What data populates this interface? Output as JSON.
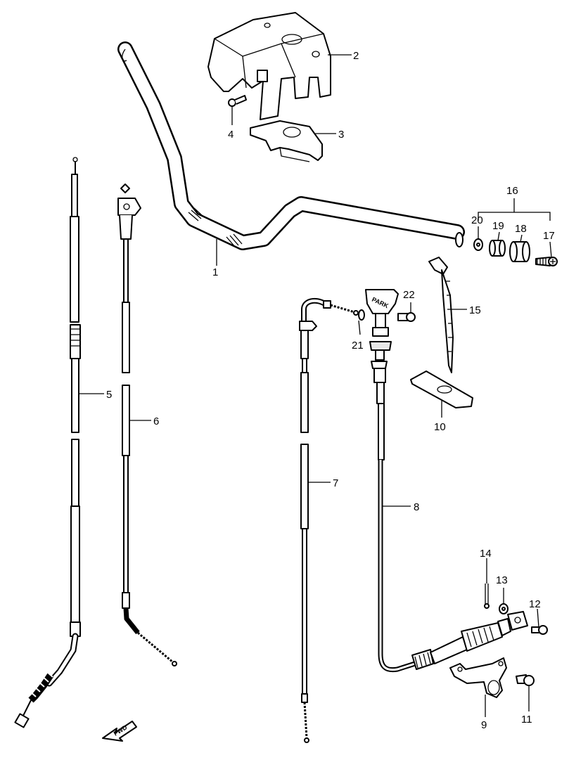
{
  "callouts": {
    "c1": "1",
    "c2": "2",
    "c3": "3",
    "c4": "4",
    "c5": "5",
    "c6": "6",
    "c7": "7",
    "c8": "8",
    "c9": "9",
    "c10": "10",
    "c11": "11",
    "c12": "12",
    "c13": "13",
    "c14": "14",
    "c15": "15",
    "c16": "16",
    "c17": "17",
    "c18": "18",
    "c19": "19",
    "c20": "20",
    "c21": "21",
    "c22": "22"
  },
  "fwd_mark": "FWD"
}
